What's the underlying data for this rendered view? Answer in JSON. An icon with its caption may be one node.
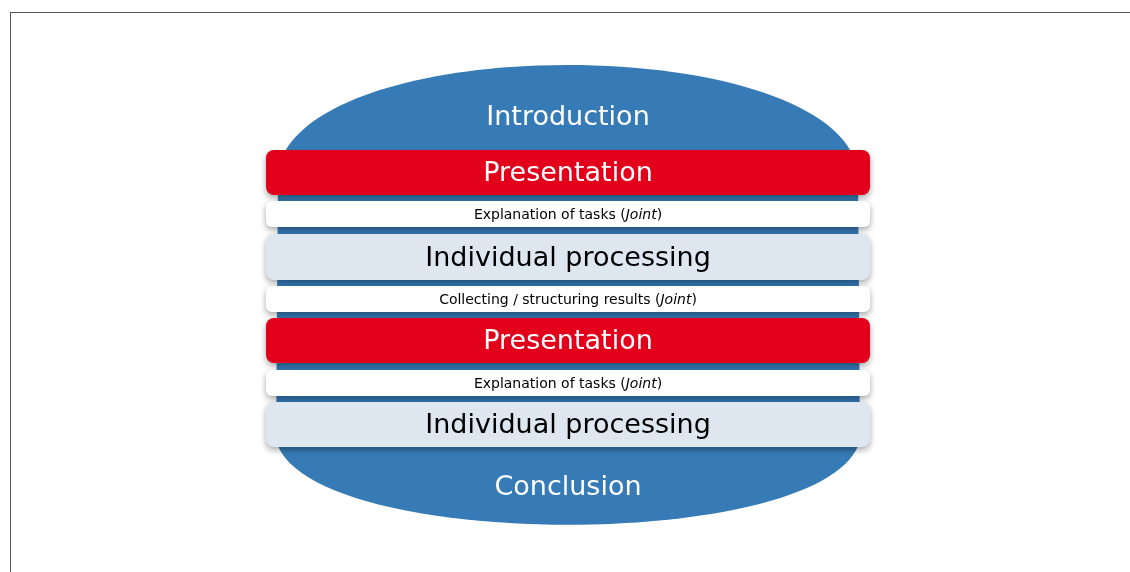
{
  "diagram": {
    "nodes": [
      {
        "text": [
          "Introduction",
          "Conclusion"
        ]
      },
      {
        "text": [
          "Presentation"
        ],
        "in": 0
      },
      {
        "text": [
          "Explanation of tasks (*Joint*)"
        ],
        "in": 0
      },
      {
        "text": [
          "Individual processing"
        ],
        "in": 0
      },
      {
        "text": [
          "Collecting / structuring results (*Joint*)"
        ],
        "in": 0
      },
      {
        "text": [
          "Presentation"
        ],
        "in": 0
      },
      {
        "text": [
          "Explanation of tasks (*Joint*)"
        ],
        "in": 0
      },
      {
        "text": [
          "Individual processing"
        ],
        "in": 0
      }
    ]
  }
}
